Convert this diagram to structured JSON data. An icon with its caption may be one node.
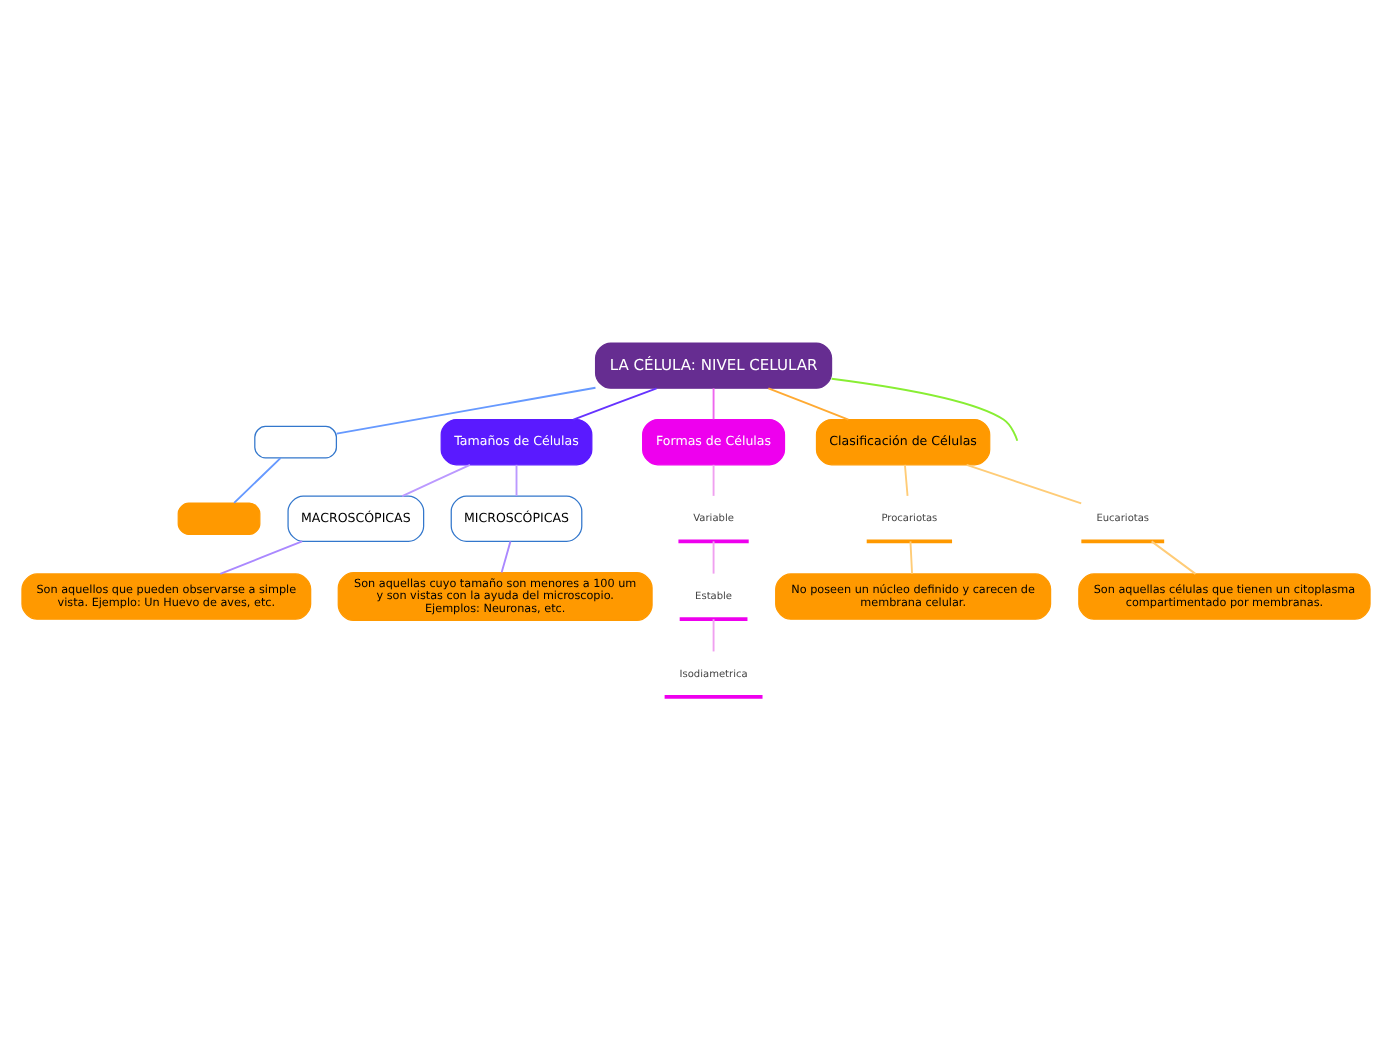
{
  "diagram": {
    "nodes": [
      {
        "text": [
          "LA CÉLULA: NIVEL CELULAR"
        ]
      },
      {
        "text": [
          "Tamaños de Células"
        ]
      },
      {
        "text": [
          "MACROSCÓPICAS"
        ]
      },
      {
        "text": [
          "MICROSCÓPICAS"
        ]
      },
      {
        "text": [
          "Son aquellos que pueden observarse a simple vista. Ejemplo: Un Huevo de aves, etc."
        ]
      },
      {
        "text": [
          "Son aquellas cuyo tamaño son menores a 100 um y son vistas con la ayuda del microscopio. Ejemplos: Neuronas, etc."
        ]
      },
      {
        "text": [
          "Formas de Células"
        ]
      },
      {
        "text": [
          "Variable"
        ]
      },
      {
        "text": [
          "Estable"
        ]
      },
      {
        "text": [
          "Isodiametrica"
        ]
      },
      {
        "text": [
          "Clasificación de Células"
        ]
      },
      {
        "text": [
          "Procariotas"
        ]
      },
      {
        "text": [
          "No poseen un núcleo definido y carecen de membrana celular."
        ]
      },
      {
        "text": [
          "Eucariotas"
        ]
      },
      {
        "text": [
          "Son aquellas células que tienen un citoplasma compartimentado por membranas."
        ]
      },
      {
        "text": [],
        "shape": "box"
      },
      {
        "text": [],
        "shape": "box"
      }
    ],
    "edges": [
      {
        "from": 0,
        "to": 15,
        "arrow": "none",
        "color": "#6699ff"
      },
      {
        "from": 0,
        "to": 1,
        "arrow": "none",
        "color": "#6633ff"
      },
      {
        "from": 0,
        "to": 6,
        "arrow": "none",
        "color": "#ee66ee"
      },
      {
        "from": 0,
        "to": 10,
        "arrow": "none",
        "color": "#ffaa33"
      },
      {
        "from": 0,
        "to": null,
        "arrow": "none",
        "color": "#88ee33"
      },
      {
        "from": 1,
        "to": 2,
        "arrow": "none",
        "color": "#bb99ff"
      },
      {
        "from": 1,
        "to": 3,
        "arrow": "none",
        "color": "#bb99ff"
      },
      {
        "from": 2,
        "to": 4,
        "arrow": "none",
        "color": "#aa88ff"
      },
      {
        "from": 3,
        "to": 5,
        "arrow": "none",
        "color": "#aa88ff"
      },
      {
        "from": 6,
        "to": 7,
        "arrow": "none",
        "color": "#f0a0f0"
      },
      {
        "from": 7,
        "to": 8,
        "arrow": "none",
        "color": "#f0a0f0"
      },
      {
        "from": 8,
        "to": 9,
        "arrow": "none",
        "color": "#f0a0f0"
      },
      {
        "from": 10,
        "to": 11,
        "arrow": "none",
        "color": "#ffcc77"
      },
      {
        "from": 11,
        "to": 12,
        "arrow": "none",
        "color": "#ffcc77"
      },
      {
        "from": 10,
        "to": 13,
        "arrow": "none",
        "color": "#ffcc77"
      },
      {
        "from": 13,
        "to": 14,
        "arrow": "none",
        "color": "#ffcc77"
      },
      {
        "from": 15,
        "to": 16,
        "arrow": "none",
        "color": "#6699ff"
      }
    ]
  }
}
